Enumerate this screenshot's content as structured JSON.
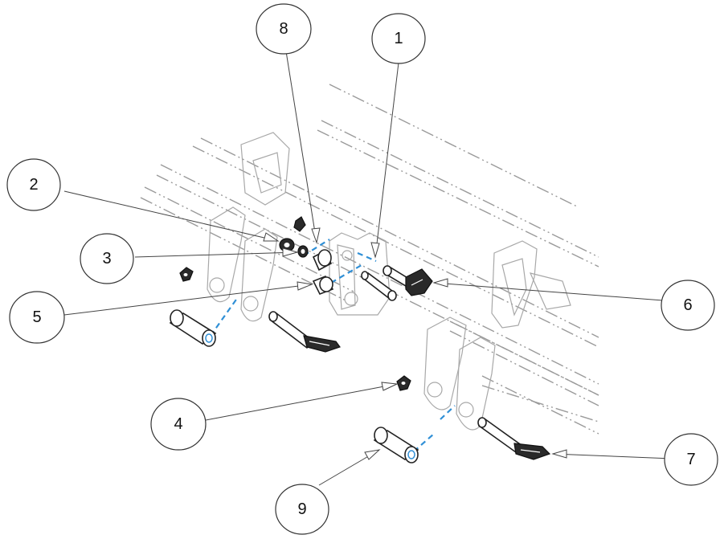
{
  "callouts": [
    {
      "id": "callout-1",
      "label": "1"
    },
    {
      "id": "callout-2",
      "label": "2"
    },
    {
      "id": "callout-3",
      "label": "3"
    },
    {
      "id": "callout-4",
      "label": "4"
    },
    {
      "id": "callout-5",
      "label": "5"
    },
    {
      "id": "callout-6",
      "label": "6"
    },
    {
      "id": "callout-7",
      "label": "7"
    },
    {
      "id": "callout-8",
      "label": "8"
    },
    {
      "id": "callout-9",
      "label": "9"
    }
  ],
  "colors": {
    "axis_line": "#2f8fd6",
    "ghost_line": "#9a9a9a",
    "part_outline": "#222222"
  }
}
